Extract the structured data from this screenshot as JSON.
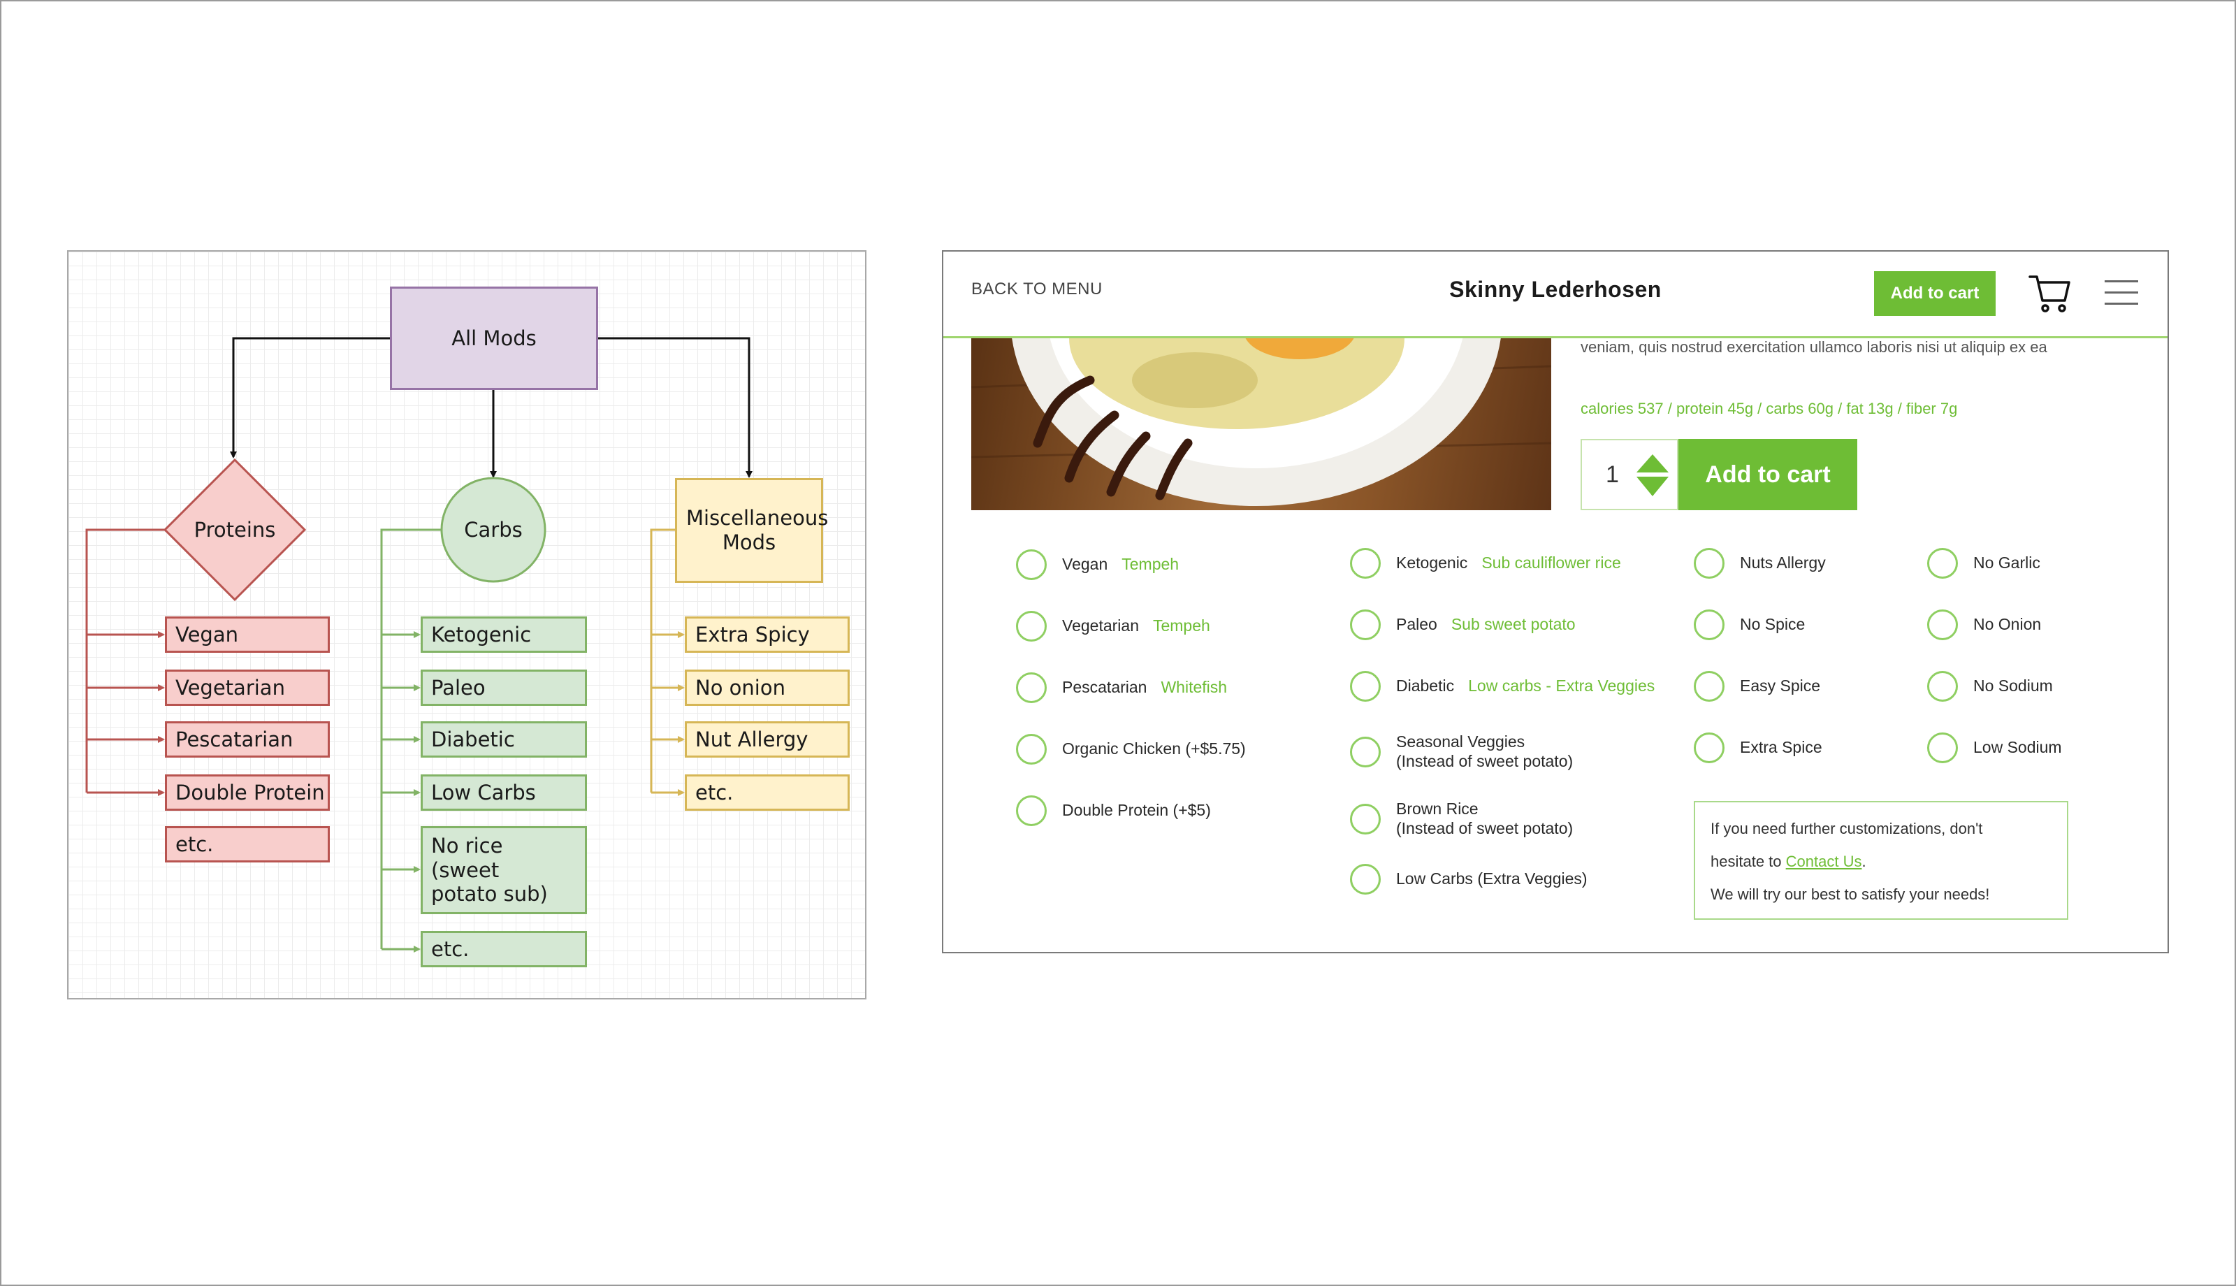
{
  "flowchart": {
    "root": "All Mods",
    "categories": [
      {
        "label": "Proteins",
        "items": [
          "Vegan",
          "Vegetarian",
          "Pescatarian",
          "Double Protein",
          "etc."
        ]
      },
      {
        "label": "Carbs",
        "items": [
          "Ketogenic",
          "Paleo",
          "Diabetic",
          "Low Carbs",
          "No rice (sweet potato sub)",
          "etc."
        ]
      },
      {
        "label": "Miscellaneous Mods",
        "items": [
          "Extra Spicy",
          "No onion",
          "Nut Allergy",
          "etc."
        ]
      }
    ]
  },
  "product_page": {
    "header": {
      "back_label": "BACK TO MENU",
      "title": "Skinny Lederhosen",
      "add_to_cart_label": "Add to cart",
      "cart_icon": "cart-icon",
      "menu_icon": "hamburger-menu-icon"
    },
    "description_fragment": "veniam, quis nostrud exercitation ullamco laboris nisi ut aliquip ex ea",
    "nutrition": "calories 537 / protein 45g / carbs 60g / fat 13g / fiber 7g",
    "quantity": "1",
    "add_to_cart_big_label": "Add to cart",
    "options": {
      "col1": [
        {
          "label": "Vegan",
          "sub": "Tempeh"
        },
        {
          "label": "Vegetarian",
          "sub": "Tempeh"
        },
        {
          "label": "Pescatarian",
          "sub": "Whitefish"
        },
        {
          "label": "Organic Chicken (+$5.75)",
          "sub": ""
        },
        {
          "label": "Double Protein (+$5)",
          "sub": ""
        }
      ],
      "col2": [
        {
          "label": "Ketogenic",
          "sub": "Sub cauliflower rice"
        },
        {
          "label": "Paleo",
          "sub": "Sub sweet potato"
        },
        {
          "label": "Diabetic",
          "sub": "Low carbs - Extra Veggies"
        },
        {
          "label": "Seasonal Veggies",
          "line2": "(Instead of sweet potato)"
        },
        {
          "label": "Brown Rice",
          "line2": "(Instead of sweet potato)"
        },
        {
          "label": "Low Carbs (Extra Veggies)",
          "sub": ""
        }
      ],
      "col3": [
        "Nuts Allergy",
        "No Spice",
        "Easy Spice",
        "Extra Spice"
      ],
      "col4": [
        "No Garlic",
        "No Onion",
        "No Sodium",
        "Low Sodium"
      ]
    },
    "note": {
      "line1": "If you need further customizations, don't",
      "line2_before": "hesitate to",
      "link": "Contact Us",
      "line2_after": ".",
      "line3": "We will try our best to satisfy your needs!"
    },
    "colors": {
      "accent": "#6ebd35",
      "accent_light": "#a9d98a"
    }
  }
}
